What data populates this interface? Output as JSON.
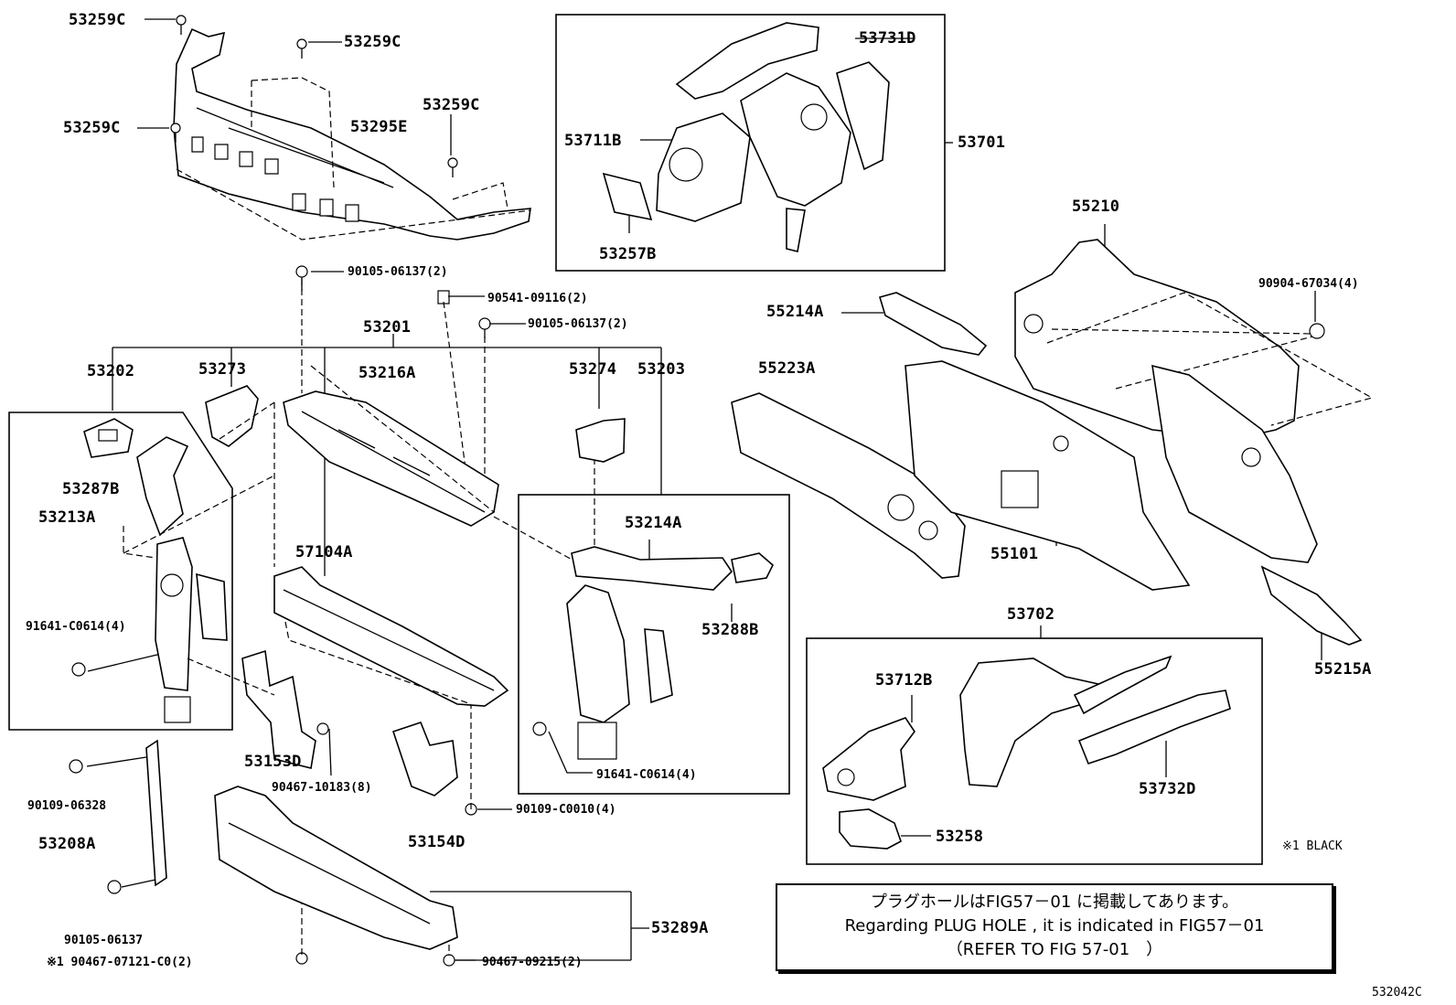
{
  "diagram": {
    "labels": [
      {
        "id": "53259C-a",
        "text": "53259C"
      },
      {
        "id": "53259C-b",
        "text": "53259C"
      },
      {
        "id": "53259C-c",
        "text": "53259C"
      },
      {
        "id": "53259C-d",
        "text": "53259C"
      },
      {
        "id": "53295E",
        "text": "53295E"
      },
      {
        "id": "90105-06137-2a",
        "text": "90105-06137(2)"
      },
      {
        "id": "90541-09116",
        "text": "90541-09116(2)"
      },
      {
        "id": "90105-06137-2b",
        "text": "90105-06137(2)"
      },
      {
        "id": "53201",
        "text": "53201"
      },
      {
        "id": "53202",
        "text": "53202"
      },
      {
        "id": "53273",
        "text": "53273"
      },
      {
        "id": "53216A",
        "text": "53216A"
      },
      {
        "id": "53274",
        "text": "53274"
      },
      {
        "id": "53203",
        "text": "53203"
      },
      {
        "id": "53287B",
        "text": "53287B"
      },
      {
        "id": "53213A",
        "text": "53213A"
      },
      {
        "id": "57104A",
        "text": "57104A"
      },
      {
        "id": "53214A",
        "text": "53214A"
      },
      {
        "id": "53288B",
        "text": "53288B"
      },
      {
        "id": "91641-C0614-a",
        "text": "91641-C0614(4)"
      },
      {
        "id": "91641-C0614-b",
        "text": "91641-C0614(4)"
      },
      {
        "id": "53153D",
        "text": "53153D"
      },
      {
        "id": "90467-10183",
        "text": "90467-10183(8)"
      },
      {
        "id": "90109-06328",
        "text": "90109-06328"
      },
      {
        "id": "53208A",
        "text": "53208A"
      },
      {
        "id": "90109-C0010",
        "text": "90109-C0010(4)"
      },
      {
        "id": "53154D",
        "text": "53154D"
      },
      {
        "id": "90105-06137",
        "text": "90105-06137"
      },
      {
        "id": "90467-07121",
        "text": "※1 90467-07121-C0(2)"
      },
      {
        "id": "90467-09215",
        "text": "90467-09215(2)"
      },
      {
        "id": "53289A",
        "text": "53289A"
      },
      {
        "id": "53731D",
        "text": "53731D"
      },
      {
        "id": "53711B",
        "text": "53711B"
      },
      {
        "id": "53701",
        "text": "53701"
      },
      {
        "id": "53257B",
        "text": "53257B"
      },
      {
        "id": "55210",
        "text": "55210"
      },
      {
        "id": "55214A",
        "text": "55214A"
      },
      {
        "id": "90904-67034",
        "text": "90904-67034(4)"
      },
      {
        "id": "55223A",
        "text": "55223A"
      },
      {
        "id": "55101",
        "text": "55101"
      },
      {
        "id": "55215A",
        "text": "55215A"
      },
      {
        "id": "53702",
        "text": "53702"
      },
      {
        "id": "53712B",
        "text": "53712B"
      },
      {
        "id": "53732D",
        "text": "53732D"
      },
      {
        "id": "53258",
        "text": "53258"
      }
    ],
    "footnote": "※1 BLACK",
    "note": {
      "line1": "プラグホールはFIG57－01 に掲載してあります。",
      "line2": "Regarding PLUG HOLE , it is indicated in FIG57－01",
      "line3": "（REFER TO FIG 57-01　）"
    },
    "doc_id": "532042C"
  }
}
